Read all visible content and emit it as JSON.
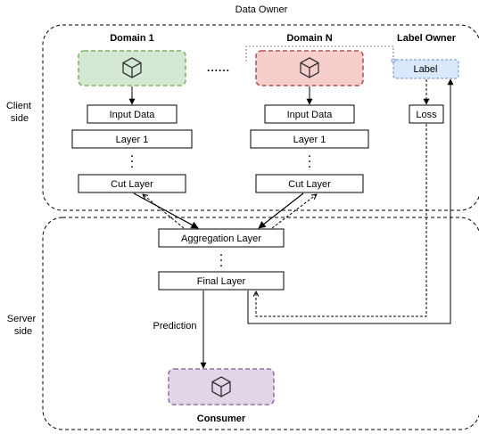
{
  "title": "Data Owner",
  "client_side_label": [
    "Client",
    "side"
  ],
  "server_side_label": [
    "Server",
    "side"
  ],
  "domain_1": {
    "title": "Domain 1",
    "icon": "cube-icon",
    "input": "Input Data",
    "layer": "Layer 1",
    "cut": "Cut Layer",
    "color_fill": "#d5e8d4",
    "color_stroke": "#82b366"
  },
  "domain_n": {
    "title": "Domain N",
    "icon": "cube-icon",
    "input": "Input Data",
    "layer": "Layer 1",
    "cut": "Cut Layer",
    "color_fill": "#f8cecc",
    "color_stroke": "#b85450"
  },
  "ellipsis": "......",
  "label_owner": {
    "title": "Label Owner",
    "label": "Label",
    "loss": "Loss",
    "color_fill": "#dae8fc",
    "color_stroke": "#6c8ebf"
  },
  "server": {
    "aggregation": "Aggregation Layer",
    "final": "Final Layer",
    "prediction": "Prediction"
  },
  "consumer": {
    "title": "Consumer",
    "icon": "cube-icon",
    "color_fill": "#e1d5e7",
    "color_stroke": "#9673a6"
  }
}
